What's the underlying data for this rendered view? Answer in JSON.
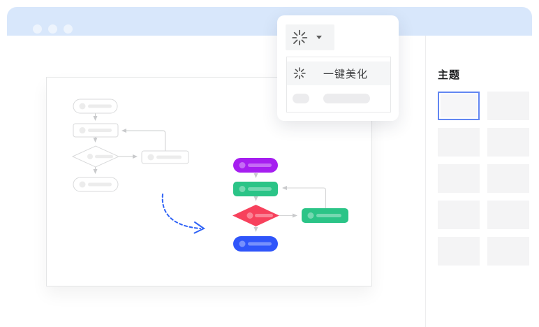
{
  "colors": {
    "header_bar": "#d8e7fb",
    "accent_blue": "#6286f2",
    "node_purple": "#a61ef0",
    "node_green": "#2bc487",
    "node_red": "#f7415c",
    "node_blue": "#2f55fa",
    "arrow_blue": "#2e62f6"
  },
  "beautify_panel": {
    "button_icon": "sparkle-burst-icon",
    "menu_item_label": "一键美化"
  },
  "sidebar": {
    "title": "主题",
    "theme_count": 10,
    "selected_theme_index": 0
  },
  "canvas": {
    "source_flow": {
      "style": "plain-grey",
      "nodes": [
        "start-pill",
        "process-rect",
        "decision-diamond",
        "side-rect",
        "end-pill"
      ]
    },
    "result_flow": {
      "style": "themed",
      "nodes": [
        {
          "shape": "pill",
          "color_key": "node_purple"
        },
        {
          "shape": "rect",
          "color_key": "node_green"
        },
        {
          "shape": "diamond",
          "color_key": "node_red"
        },
        {
          "shape": "rect",
          "color_key": "node_green"
        },
        {
          "shape": "pill",
          "color_key": "node_blue"
        }
      ]
    }
  }
}
